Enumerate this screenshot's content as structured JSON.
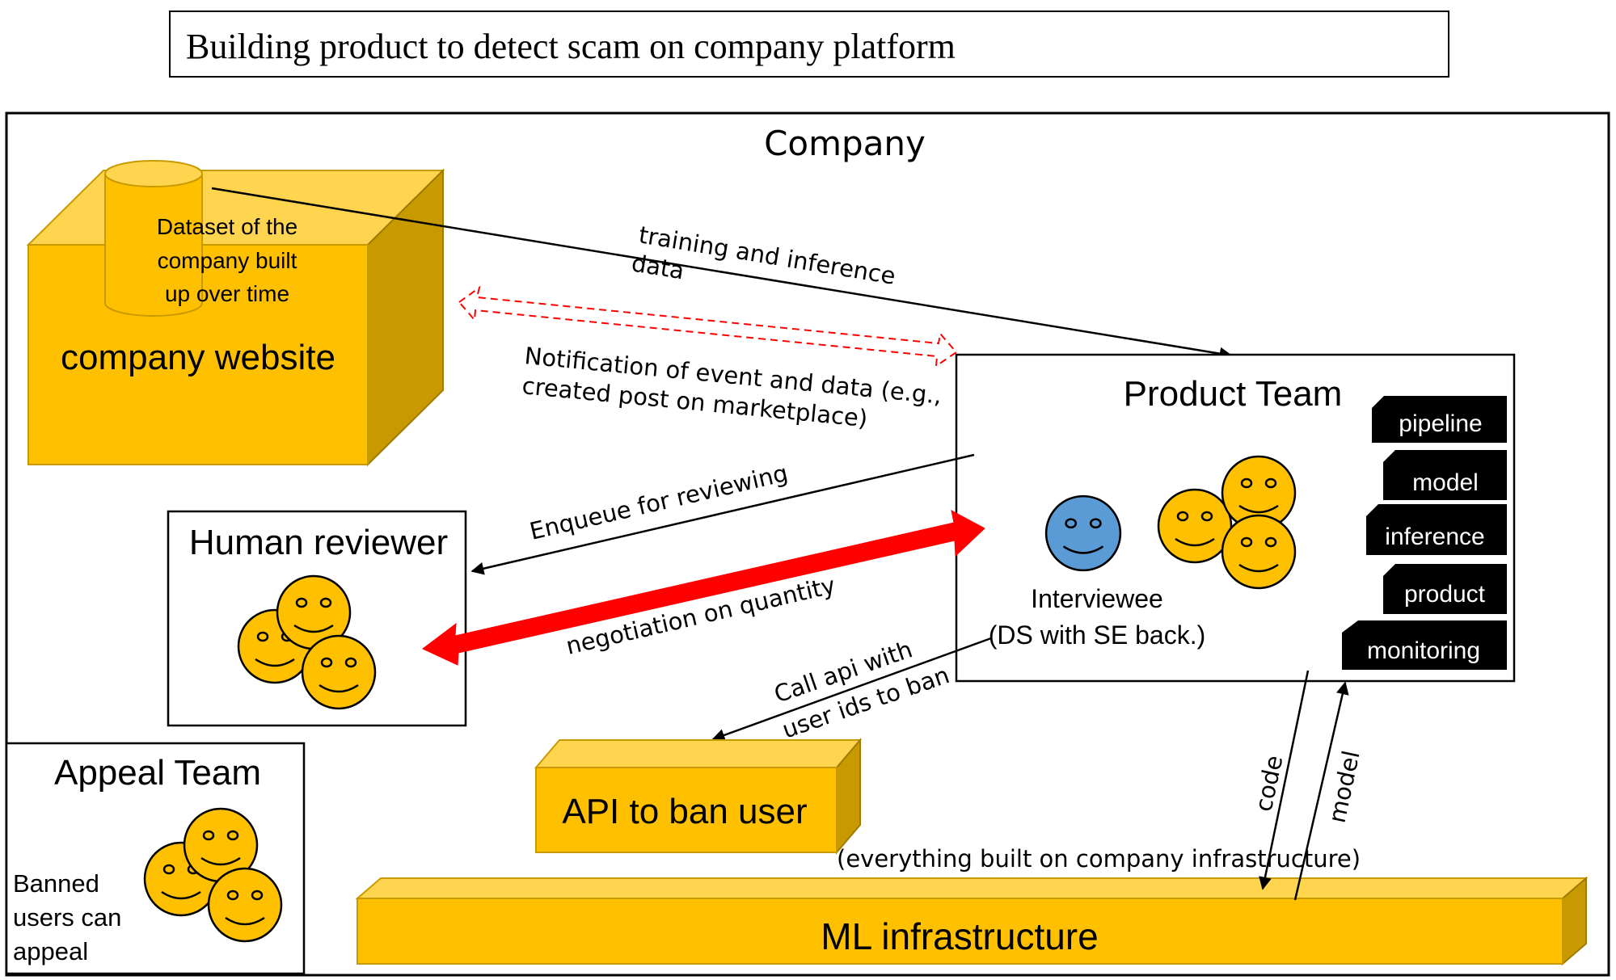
{
  "title": "Building product to detect scam on company platform",
  "company": {
    "label": "Company"
  },
  "website": {
    "label": "company website",
    "dataset_lines": [
      "Dataset of the",
      "company built",
      "up over time"
    ]
  },
  "product_team": {
    "label": "Product Team",
    "interviewee_lines": [
      "Interviewee",
      "(DS with SE back.)"
    ],
    "tags": [
      "pipeline",
      "model",
      "inference",
      "product",
      "monitoring"
    ]
  },
  "human_reviewer": {
    "label": "Human reviewer"
  },
  "appeal_team": {
    "label": "Appeal Team",
    "note_lines": [
      "Banned",
      "users can",
      "appeal"
    ]
  },
  "api": {
    "label": "API to ban user"
  },
  "ml_infra": {
    "label": "ML infrastructure",
    "note": "(everything built on company infrastructure)"
  },
  "arrows": {
    "training_lines": [
      "training and inference",
      "data"
    ],
    "notification_lines": [
      "Notification of event and data (e.g.,",
      "created post on marketplace)"
    ],
    "enqueue": "Enqueue for reviewing",
    "negotiation": "negotiation on quantity",
    "call_api_lines": [
      "Call api with",
      "user ids to ban"
    ],
    "code": "code",
    "model": "model"
  },
  "colors": {
    "box_front": "#FFC000",
    "box_top": "#FFD54F",
    "box_side": "#C99A00",
    "smiley_yellow": "#FFC000",
    "smiley_blue": "#5B9BD5",
    "negotiation_arrow": "#FF0000",
    "notification_arrow": "#FF0000",
    "tag_bg": "#000000"
  }
}
